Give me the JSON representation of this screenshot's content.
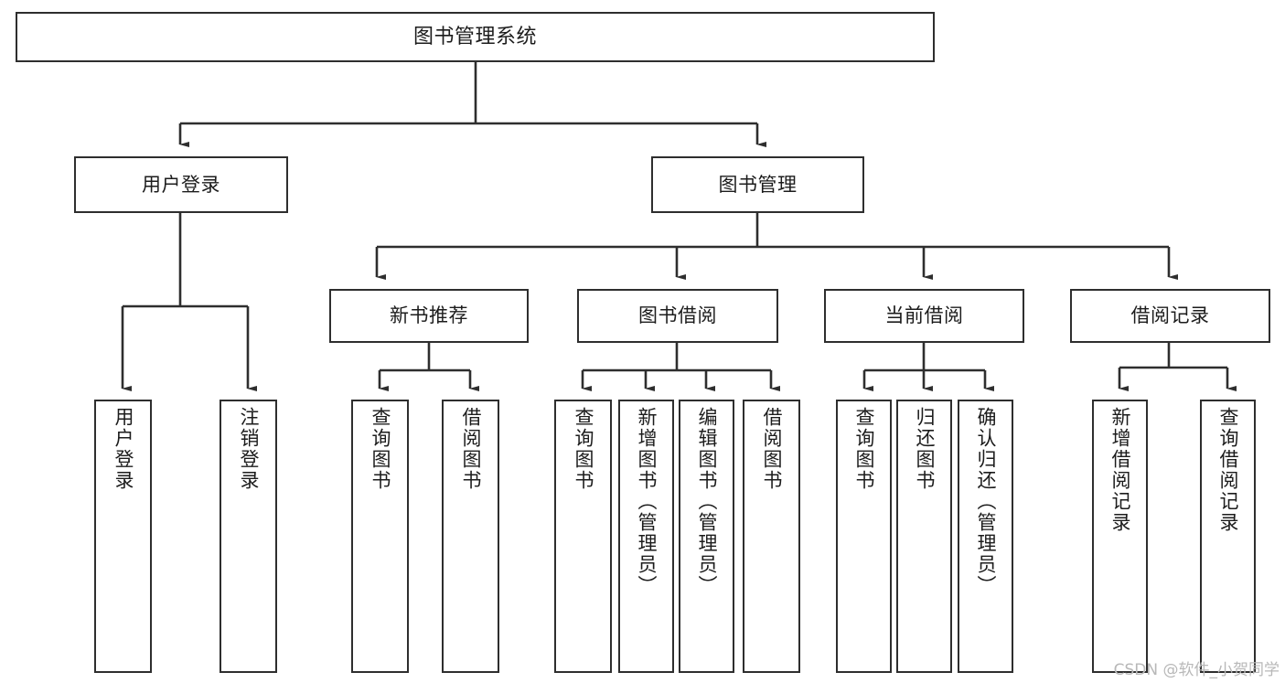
{
  "diagram": {
    "type": "tree-hierarchy",
    "title": "图书管理系统",
    "watermark": "CSDN @软件_小贺同学",
    "colors": {
      "box_stroke": "#2e2e2e",
      "box_fill": "#ffffff",
      "connector": "#2e2e2e",
      "text": "#1c1c1c",
      "watermark": "#b8b8b8",
      "background": "#ffffff"
    },
    "nodes": {
      "root": {
        "label": "图书管理系统",
        "level": 0
      },
      "level1": [
        {
          "id": "user-login",
          "label": "用户登录"
        },
        {
          "id": "book-management",
          "label": "图书管理"
        }
      ],
      "level2": [
        {
          "id": "new-book-recommend",
          "label": "新书推荐",
          "parent": "book-management"
        },
        {
          "id": "book-borrow",
          "label": "图书借阅",
          "parent": "book-management"
        },
        {
          "id": "current-borrow",
          "label": "当前借阅",
          "parent": "book-management"
        },
        {
          "id": "borrow-record",
          "label": "借阅记录",
          "parent": "book-management"
        }
      ],
      "leaves": {
        "user-login": [
          {
            "id": "leaf-user-login",
            "label": "用户登录"
          },
          {
            "id": "leaf-logout-login",
            "label": "注销登录"
          }
        ],
        "new-book-recommend": [
          {
            "id": "leaf-query-book-1",
            "label": "查询图书"
          },
          {
            "id": "leaf-borrow-book-1",
            "label": "借阅图书"
          }
        ],
        "book-borrow": [
          {
            "id": "leaf-query-book-2",
            "label": "查询图书"
          },
          {
            "id": "leaf-add-book-admin",
            "label": "新增图书（管理员）"
          },
          {
            "id": "leaf-edit-book-admin",
            "label": "编辑图书（管理员）"
          },
          {
            "id": "leaf-borrow-book-2",
            "label": "借阅图书"
          }
        ],
        "current-borrow": [
          {
            "id": "leaf-query-book-3",
            "label": "查询图书"
          },
          {
            "id": "leaf-return-book",
            "label": "归还图书"
          },
          {
            "id": "leaf-confirm-return-admin",
            "label": "确认归还（管理员）"
          }
        ],
        "borrow-record": [
          {
            "id": "leaf-add-borrow-record",
            "label": "新增借阅记录"
          },
          {
            "id": "leaf-query-borrow-record",
            "label": "查询借阅记录"
          }
        ]
      }
    }
  }
}
